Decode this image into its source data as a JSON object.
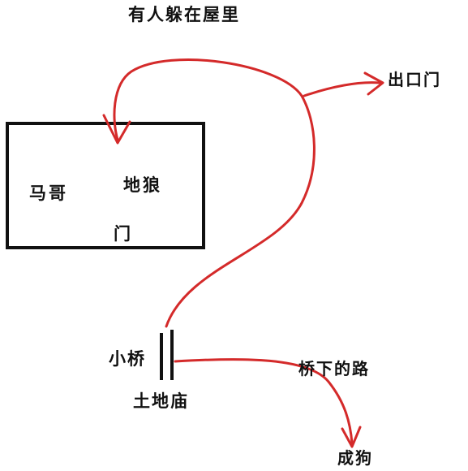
{
  "title": "有人躲在屋里",
  "labels": {
    "exit": "出口门",
    "mage": "马哥",
    "dilang": "地狼",
    "door": "门",
    "bridge": "小桥",
    "temple": "土地庙",
    "under_bridge": "桥下的路",
    "dog": "成狗"
  },
  "colors": {
    "route": "#d42a2a",
    "ink": "#111111"
  }
}
